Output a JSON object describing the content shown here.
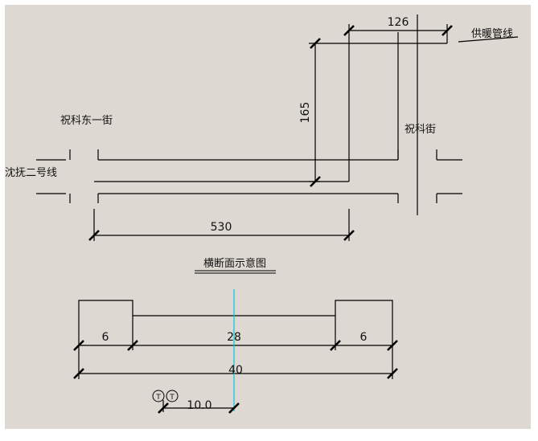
{
  "labels": {
    "heating_pipe": "供暖管线",
    "zhuke_east": "祝科东一街",
    "shenfu_line2": "沈抚二号线",
    "zhuke_street": "祝科街",
    "cross_section_title": "横断面示意图"
  },
  "dimensions": {
    "top_width": "126",
    "height": "165",
    "length": "530",
    "side_left": "6",
    "center": "28",
    "side_right": "6",
    "total": "40",
    "offset": "10.0"
  },
  "symbols": {
    "circle_1": "T",
    "circle_2": "T"
  },
  "colors": {
    "background": "#ddd8d2",
    "frame": "#ffffff",
    "line": "#000000",
    "centerline": "#00c8d8"
  }
}
